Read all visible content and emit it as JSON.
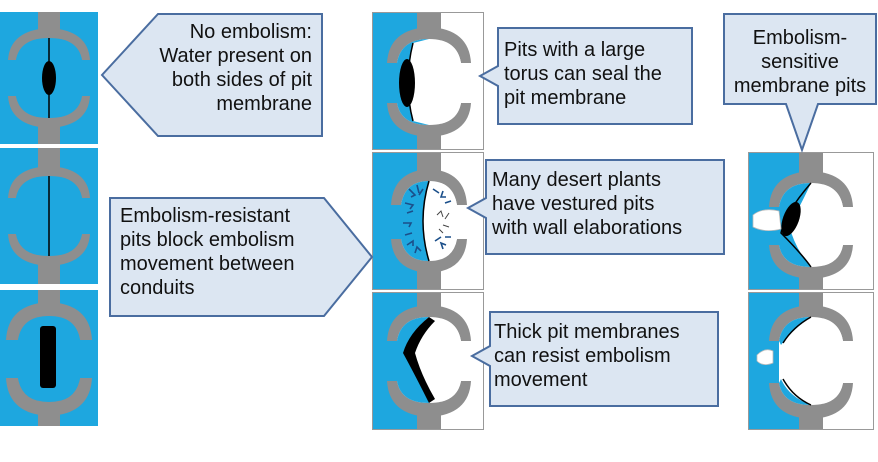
{
  "colors": {
    "water": "#1ea7df",
    "wall": "#8e8e8e",
    "embolism": "#ffffff",
    "torus": "#000000",
    "callout_fill": "#dce6f2",
    "callout_border": "#4a6da0"
  },
  "callouts": {
    "no_embolism": "No embolism:\nWater present on\nboth sides of pit\nmembrane",
    "embolism_resistant": "Embolism-resistant\npits block embolism\nmovement between\nconduits",
    "large_torus": "Pits with a large\ntorus can seal the\npit membrane",
    "vestured": "Many desert plants\nhave vestured pits\nwith wall elaborations",
    "thick_membrane": "Thick pit membranes\ncan resist embolism\nmovement",
    "sensitive": "Embolism-\nsensitive\nmembrane pits"
  }
}
